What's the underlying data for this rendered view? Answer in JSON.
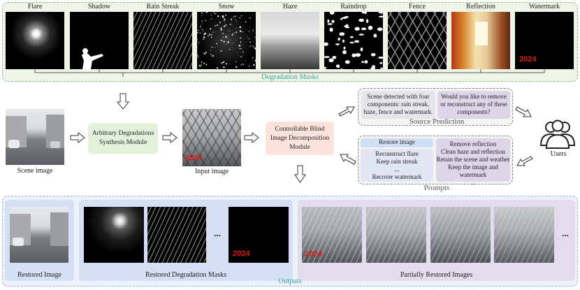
{
  "masks": {
    "items": [
      "Flare",
      "Shadow",
      "Rain Streak",
      "Snow",
      "Haze",
      "Raindrop",
      "Fence",
      "Reflection",
      "Watermark"
    ],
    "watermark_text": "2024",
    "caption": "Degradation Masks"
  },
  "pipeline": {
    "scene_label": "Scene image",
    "synth_module_line1": "Arbitrary Degradations",
    "synth_module_line2": "Synthesis Module",
    "input_label": "Input image",
    "input_watermark": "2024",
    "decomp_line1": "Controllable Blind",
    "decomp_line2": "Image Decomposition",
    "decomp_line3": "Module"
  },
  "source_prediction": {
    "left_line1": "Scene detected with four",
    "left_line2": "components: rain streak,",
    "left_line3": "haze, fence and watermark.",
    "right_line1": "Would you like to remove",
    "right_line2": "or reconstruct any of these",
    "right_line3": "components?",
    "caption": "Source Prediction"
  },
  "users": {
    "label": "Users"
  },
  "prompts": {
    "left_header": "Restore image",
    "left_line1": "Reconstruct flare",
    "left_line2": "Keep rain streak",
    "left_line3": "...",
    "left_line4": "Recover watermark",
    "right_line1": "Remove reflection",
    "right_line2": "Clean haze and reflection",
    "right_line3": "Retain the scene and weather",
    "right_line4": "Keep the image and watermark",
    "right_line5": "...",
    "caption": "Prompts"
  },
  "outputs": {
    "restored_image_label": "Restored Image",
    "restored_masks_label": "Restored Degradation Masks",
    "partial_label": "Partially Restored Images",
    "mask_watermark": "2024",
    "partial_watermark": "2024",
    "ellipsis": "...",
    "caption": "Outputs"
  },
  "colors": {
    "green_panel": "#eef5e7",
    "blue_panel": "#dfe6f6",
    "purple_panel": "#e3dcec",
    "teal_caption": "#3aa49b",
    "watermark_red": "#e01818"
  }
}
